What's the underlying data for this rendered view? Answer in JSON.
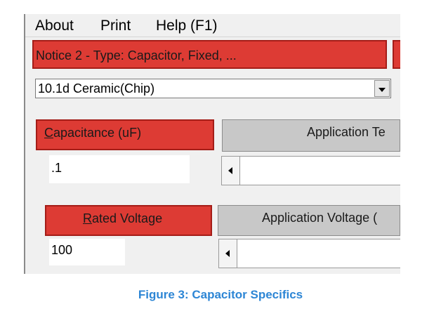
{
  "menu": {
    "about": "About",
    "print": "Print",
    "help": "Help (F1)"
  },
  "notice": {
    "text": "Notice 2 - Type: Capacitor, Fixed, ..."
  },
  "part_type": {
    "selected": "10.1d Ceramic(Chip)"
  },
  "capacitance": {
    "label_mnemonic": "C",
    "label_rest": "apacitance (uF)",
    "value": ".1"
  },
  "application_temp": {
    "header": "Application Te"
  },
  "rated_voltage": {
    "label_mnemonic": "R",
    "label_rest": "ated Voltage",
    "value": "100"
  },
  "application_voltage": {
    "header": "Application Voltage ("
  },
  "caption": "Figure 3: Capacitor Specifics",
  "colors": {
    "label_red": "#dd3b34",
    "caption_blue": "#2d86d5",
    "header_gray": "#c8c8c8"
  }
}
